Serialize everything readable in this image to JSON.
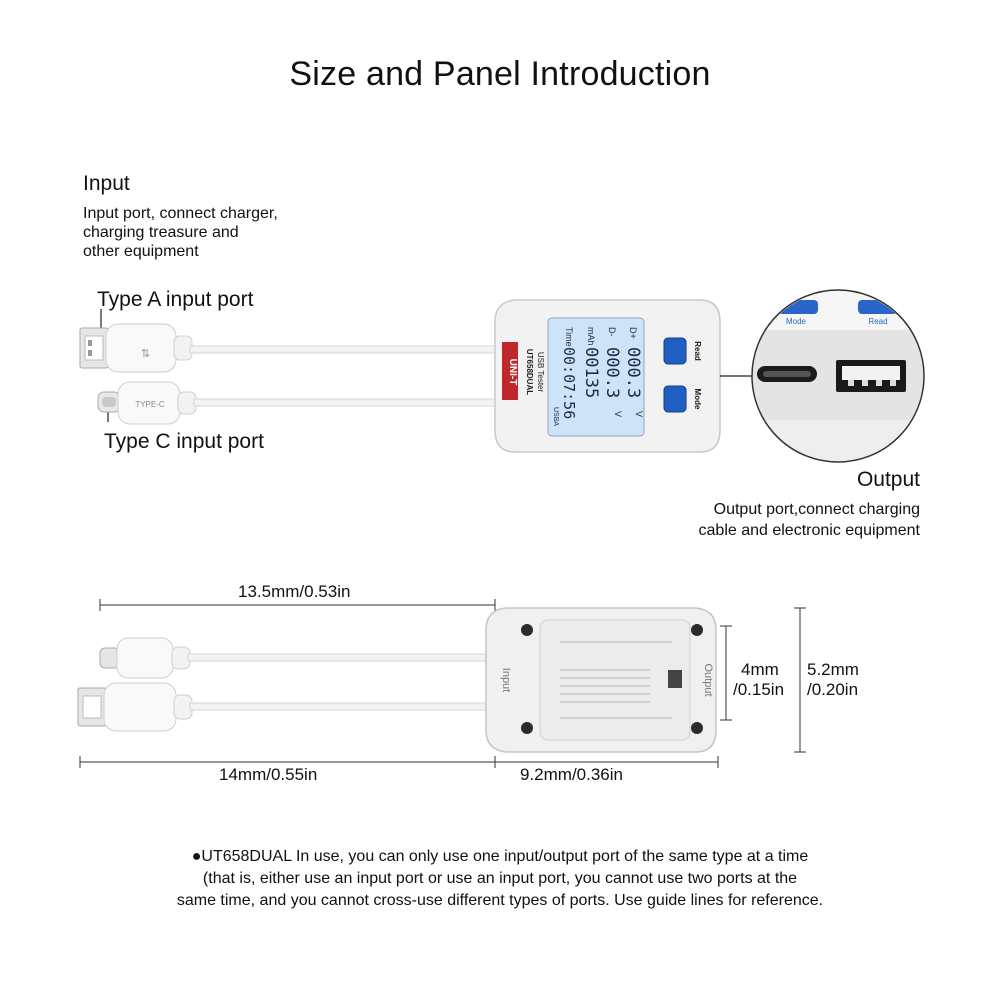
{
  "title": "Size and Panel Introduction",
  "input": {
    "heading": "Input",
    "desc_lines": [
      "Input port, connect charger,",
      "charging treasure and",
      "other equipment"
    ],
    "type_a_label": "Type  A input port",
    "type_c_label": "Type  C input port"
  },
  "output": {
    "heading": "Output",
    "desc_lines": [
      "Output port,connect charging",
      "cable and electronic equipment"
    ]
  },
  "device": {
    "brand": "UNI-T",
    "model": "UT658DUAL",
    "subtitle": "USB Tester",
    "read_label": "Read",
    "mode_label": "Mode",
    "usb_label": "USBA",
    "cable_label": "TYPE-C",
    "back_input_label": "Input",
    "back_output_label": "Output",
    "zoom_mode_label": "Mode",
    "zoom_read_label": "Read",
    "screen_rows": [
      {
        "name": "D+",
        "value": "000.3",
        "unit": "V"
      },
      {
        "name": "D-",
        "value": "000.3",
        "unit": "V"
      },
      {
        "name": "mAh",
        "value": "00135",
        "unit": ""
      },
      {
        "name": "Time",
        "value": "00:07:56",
        "unit": ""
      }
    ]
  },
  "dimensions": {
    "top_length": "13.5mm/0.53in",
    "bottom_length": "14mm/0.55in",
    "body_length": "9.2mm/0.36in",
    "inner_height_lines": [
      "4mm",
      "/0.15in"
    ],
    "outer_height_lines": [
      "5.2mm",
      "/0.20in"
    ]
  },
  "note": {
    "bullet": "●",
    "lines": [
      "UT658DUAL In use, you can only use one input/output port of the same type at a time",
      "(that is, either use an input port or use an input port, you cannot use two ports at the",
      "same time, and you cannot cross-use different types of ports. Use guide lines for reference."
    ]
  },
  "colors": {
    "screen": "#cfe3f8",
    "button": "#1f5fc4",
    "brand": "#c0272d",
    "body": "#f1f1f1"
  }
}
